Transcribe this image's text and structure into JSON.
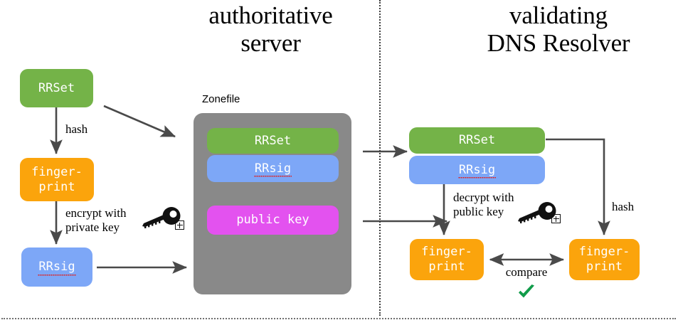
{
  "diagram": {
    "title_left": "authoritative\nserver",
    "title_right": "validating\nDNS Resolver",
    "headings": {
      "left_line1": "authoritative",
      "left_line2": "server",
      "right_line1": "validating",
      "right_line2": "DNS Resolver"
    },
    "colors": {
      "green": "#74b348",
      "orange": "#fba40c",
      "blue": "#7da7f7",
      "magenta": "#e352ef",
      "zonefile_gray": "#898989",
      "arrow": "#4a4a4a",
      "check_green": "#119c4a",
      "misspell_red": "#e02020"
    },
    "left_panel": {
      "rrset_label": "RRSet",
      "hash_label": "hash",
      "fingerprint_label_line1": "finger-",
      "fingerprint_label_line2": "print",
      "encrypt_label_line1": "encrypt with",
      "encrypt_label_line2": "private key",
      "rrsig_label": "RRsig",
      "key_icon": "key-icon",
      "plus_icon": "plus-box-icon"
    },
    "zonefile": {
      "label": "Zonefile",
      "rows": [
        {
          "label": "RRSet",
          "color": "green"
        },
        {
          "label": "RRsig",
          "color": "blue"
        },
        {
          "label": "public key",
          "color": "magenta"
        }
      ]
    },
    "right_panel": {
      "rrset_label": "RRSet",
      "rrsig_label": "RRsig",
      "decrypt_label_line1": "decrypt with",
      "decrypt_label_line2": "public key",
      "hash_label": "hash",
      "fingerprint_left_line1": "finger-",
      "fingerprint_left_line2": "print",
      "fingerprint_right_line1": "finger-",
      "fingerprint_right_line2": "print",
      "compare_label": "compare",
      "check_icon": "checkmark-icon",
      "key_icon": "key-icon",
      "plus_icon": "plus-box-icon"
    }
  }
}
